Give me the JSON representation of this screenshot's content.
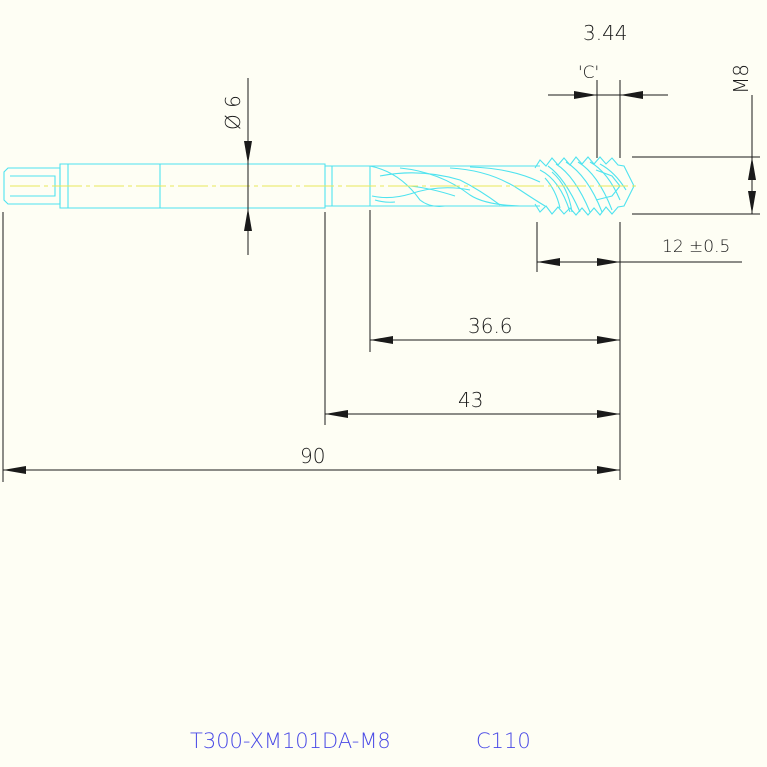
{
  "drawing": {
    "dimensions": {
      "chamfer_length": "3.44",
      "chamfer_label": "'C'",
      "thread_size": "M8",
      "shank_diameter": "Ø 6",
      "thread_length": "12 ±0.5",
      "flute_length": "36.6",
      "neck_length": "43",
      "overall_length": "90"
    },
    "part_number": "T300-XM101DA-M8",
    "code": "C110",
    "colors": {
      "background": "#fefef4",
      "tool_outline": "#4fe3ef",
      "centerline": "#e8e85a",
      "dimension_lines": "#1a1a1a",
      "caption_text": "#4a4ae6"
    }
  }
}
